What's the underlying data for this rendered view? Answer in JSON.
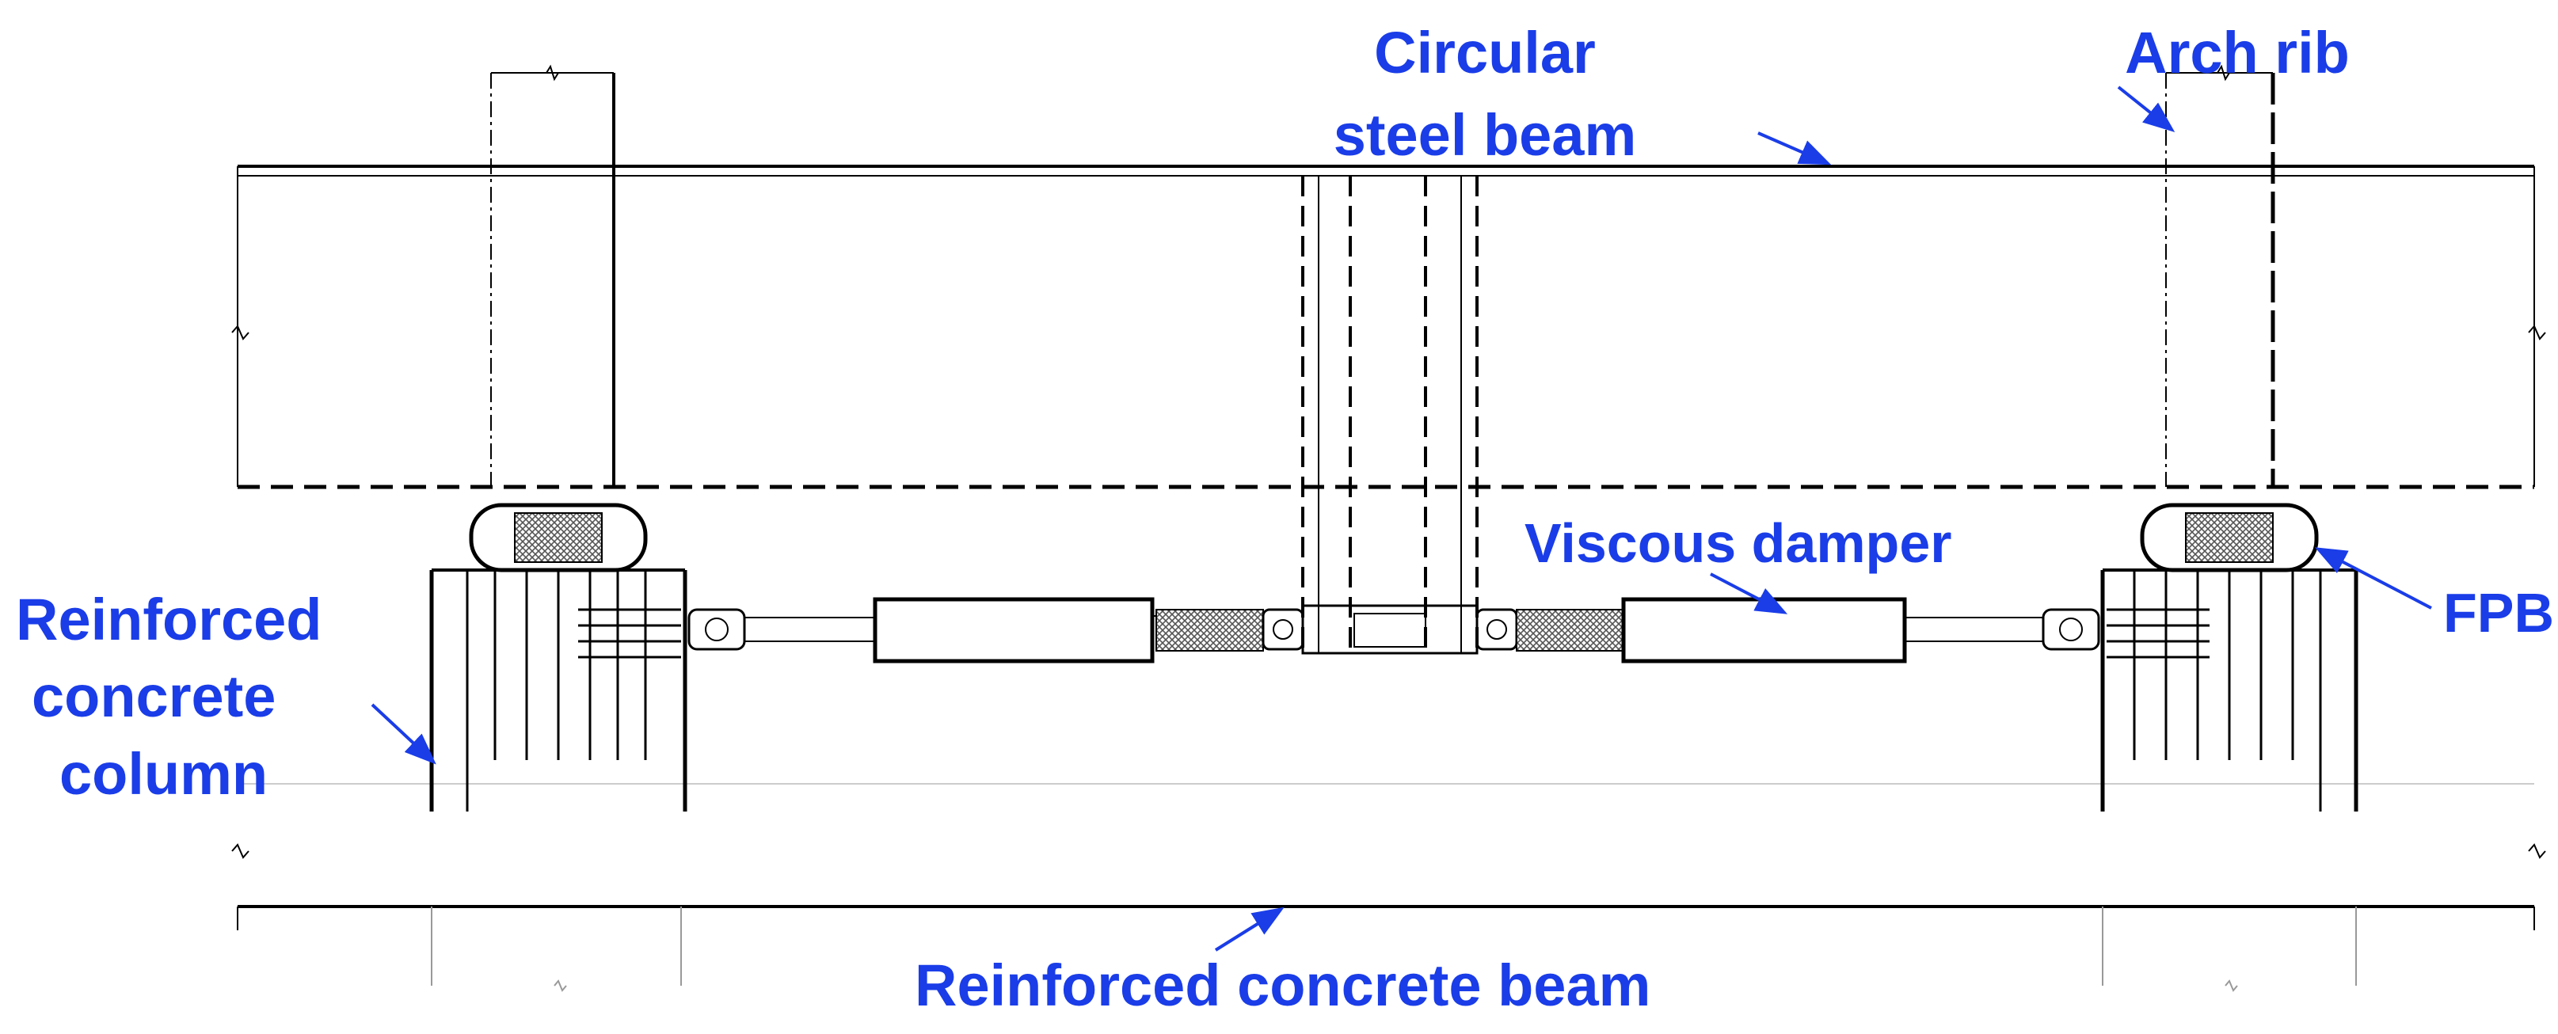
{
  "diagram": {
    "labels": {
      "circular_steel_beam_line1": "Circular",
      "circular_steel_beam_line2": "steel beam",
      "arch_rib": "Arch rib",
      "viscous_damper": "Viscous damper",
      "fpb": "FPB",
      "rc_column_line1": "Reinforced",
      "rc_column_line2": "concrete",
      "rc_column_line3": "column",
      "rc_beam": "Reinforced concrete beam"
    },
    "colors": {
      "label": "#1a3de8",
      "line": "#000000",
      "background": "#ffffff"
    }
  }
}
